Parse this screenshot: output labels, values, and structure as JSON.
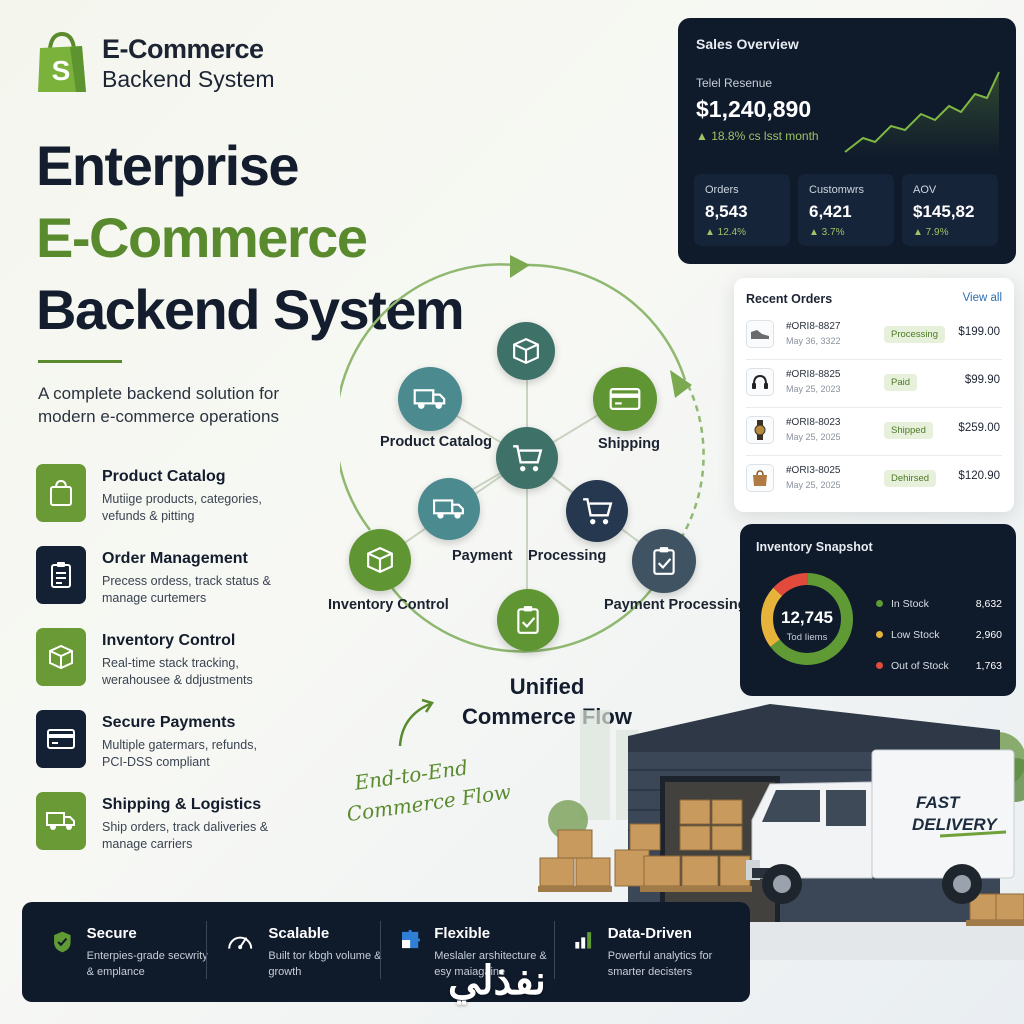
{
  "brand": {
    "line1": "E-Commerce",
    "line2": "Backend System"
  },
  "hero": {
    "line1": "Enterprise",
    "line2": "E-Commerce",
    "line3": "Backend System",
    "subtitle": "A complete backend solution for modern e-commerce operations"
  },
  "features": [
    {
      "title": "Product Catalog",
      "desc": "Mutiige products, categories, vefunds & pitting",
      "icon": "shopping-bag-icon"
    },
    {
      "title": "Order Management",
      "desc": "Precess ordess, track status & manage curtemers",
      "icon": "clipboard-list-icon"
    },
    {
      "title": "Inventory Control",
      "desc": "Real-time stack tracking, werahousee & ddjustments",
      "icon": "box-icon"
    },
    {
      "title": "Secure Payments",
      "desc": "Multiple gatermars, refunds, PCI-DSS compliant",
      "icon": "credit-card-icon"
    },
    {
      "title": "Shipping & Logistics",
      "desc": "Ship orders, track daliveries & manage carriers",
      "icon": "truck-icon"
    }
  ],
  "sales": {
    "title": "Sales Overview",
    "revenue_label": "Telel Resenue",
    "revenue_value": "$1,240,890",
    "revenue_change": "▲ 18.8% cs lsst month",
    "stats": [
      {
        "label": "Orders",
        "value": "8,543",
        "change": "▲ 12.4%"
      },
      {
        "label": "Customwrs",
        "value": "6,421",
        "change": "▲ 3.7%"
      },
      {
        "label": "AOV",
        "value": "$145,82",
        "change": "▲ 7.9%"
      }
    ]
  },
  "orders": {
    "title": "Recent Orders",
    "view_all": "View all",
    "items": [
      {
        "id": "#ORI8-8827",
        "date": "May 36, 3322",
        "status": "Processing",
        "amount": "$199.00",
        "thumb": "shoe-icon"
      },
      {
        "id": "#ORI8-8825",
        "date": "May 25, 2023",
        "status": "Paid",
        "amount": "$99.90",
        "thumb": "headphones-icon"
      },
      {
        "id": "#ORI8-8023",
        "date": "May 25, 2025",
        "status": "Shipped",
        "amount": "$259.00",
        "thumb": "watch-icon"
      },
      {
        "id": "#ORI3-8025",
        "date": "May 25, 2025",
        "status": "Dehirsed",
        "amount": "$120.90",
        "thumb": "handbag-icon"
      }
    ]
  },
  "inventory": {
    "title": "Inventory Snapshot",
    "total_value": "12,745",
    "total_label": "Tod Iiems",
    "items": [
      {
        "label": "In Stock",
        "value": "8,632",
        "color": "#5f9a34"
      },
      {
        "label": "Low Stock",
        "value": "2,960",
        "color": "#e8b33a"
      },
      {
        "label": "Out of Stock",
        "value": "1,763",
        "color": "#e24b3b"
      }
    ]
  },
  "flow": {
    "labels": {
      "product_catalog": "Product Catalog",
      "shipping": "Shipping",
      "payment": "Payment",
      "processing": "Processing",
      "inventory_control": "Inventory Control",
      "payment_processing": "Payment Processing"
    },
    "title_line1": "Unified",
    "title_line2": "Commerce Flow",
    "handwritten_line1": "End-to-End",
    "handwritten_line2": "Commerce Flow"
  },
  "bottom": [
    {
      "title": "Secure",
      "desc": "Enterpies-grade secwrity & emplance",
      "icon": "shield-check-icon"
    },
    {
      "title": "Scalable",
      "desc": "Built tor kbgh volume & growth",
      "icon": "gauge-icon"
    },
    {
      "title": "Flexible",
      "desc": "Meslaler arshitecture & esy maiagaine",
      "icon": "puzzle-icon"
    },
    {
      "title": "Data-Driven",
      "desc": "Powerful analytics for smarter decisters",
      "icon": "bar-chart-icon"
    }
  ],
  "truck": {
    "line1": "FAST",
    "line2": "DELIVERY"
  },
  "watermark": "نفذلي",
  "colors": {
    "brand_green": "#5a8a2e",
    "navy": "#0f1a2b",
    "accent_green": "#9ec267"
  }
}
